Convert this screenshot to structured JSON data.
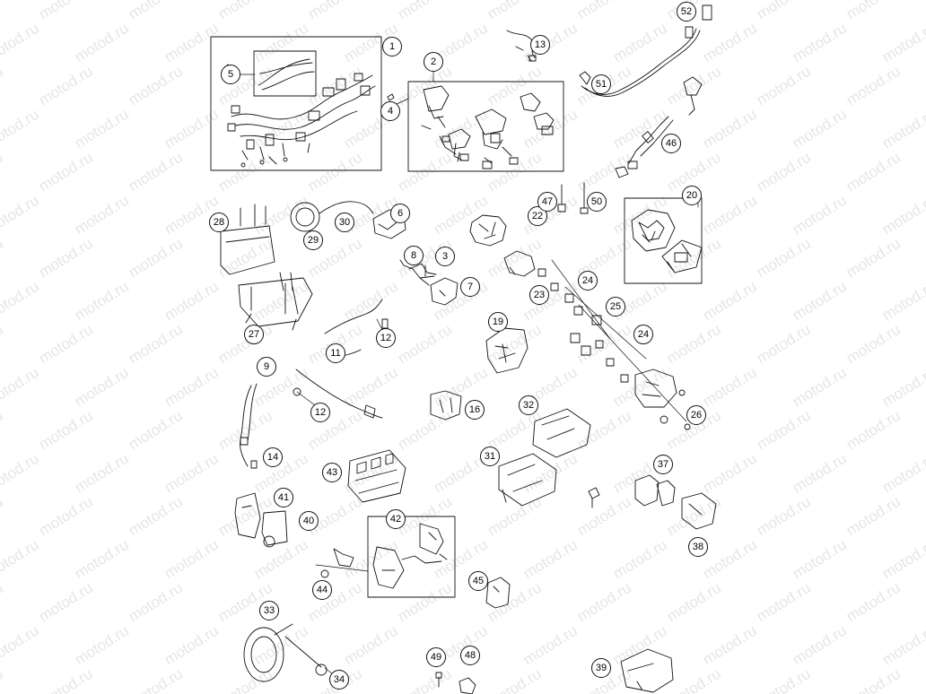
{
  "watermark_text": "motod.ru",
  "callouts": [
    "1",
    "2",
    "3",
    "4",
    "5",
    "6",
    "7",
    "8",
    "9",
    "11",
    "12",
    "12",
    "13",
    "14",
    "16",
    "19",
    "20",
    "22",
    "23",
    "24",
    "24",
    "25",
    "26",
    "27",
    "28",
    "29",
    "30",
    "31",
    "32",
    "33",
    "34",
    "37",
    "38",
    "39",
    "40",
    "41",
    "42",
    "43",
    "44",
    "45",
    "46",
    "47",
    "48",
    "49",
    "50",
    "51",
    "52"
  ],
  "icons": {
    "callout": "part-number-bubble-icon"
  },
  "colors": {
    "line": "#111111",
    "watermark": "#e6e6e6",
    "background": "#ffffff"
  }
}
